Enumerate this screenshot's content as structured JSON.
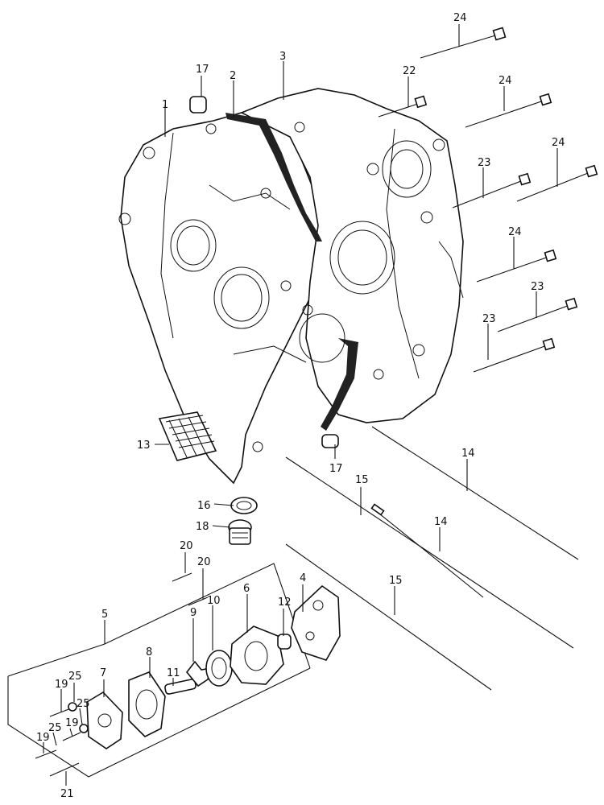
{
  "callouts": {
    "p1": "1",
    "p2": "2",
    "p3": "3",
    "p4": "4",
    "p5": "5",
    "p6": "6",
    "p7": "7",
    "p8": "8",
    "p9": "9",
    "p10": "10",
    "p11": "11",
    "p12": "12",
    "p13": "13",
    "p14a": "14",
    "p14b": "14",
    "p15a": "15",
    "p15b": "15",
    "p16": "16",
    "p17a": "17",
    "p17b": "17",
    "p18": "18",
    "p19a": "19",
    "p19b": "19",
    "p19c": "19",
    "p20a": "20",
    "p20b": "20",
    "p21": "21",
    "p22": "22",
    "p23a": "23",
    "p23b": "23",
    "p23c": "23",
    "p24a": "24",
    "p24b": "24",
    "p24c": "24",
    "p24d": "24",
    "p25a": "25",
    "p25b": "25",
    "p25c": "25"
  }
}
